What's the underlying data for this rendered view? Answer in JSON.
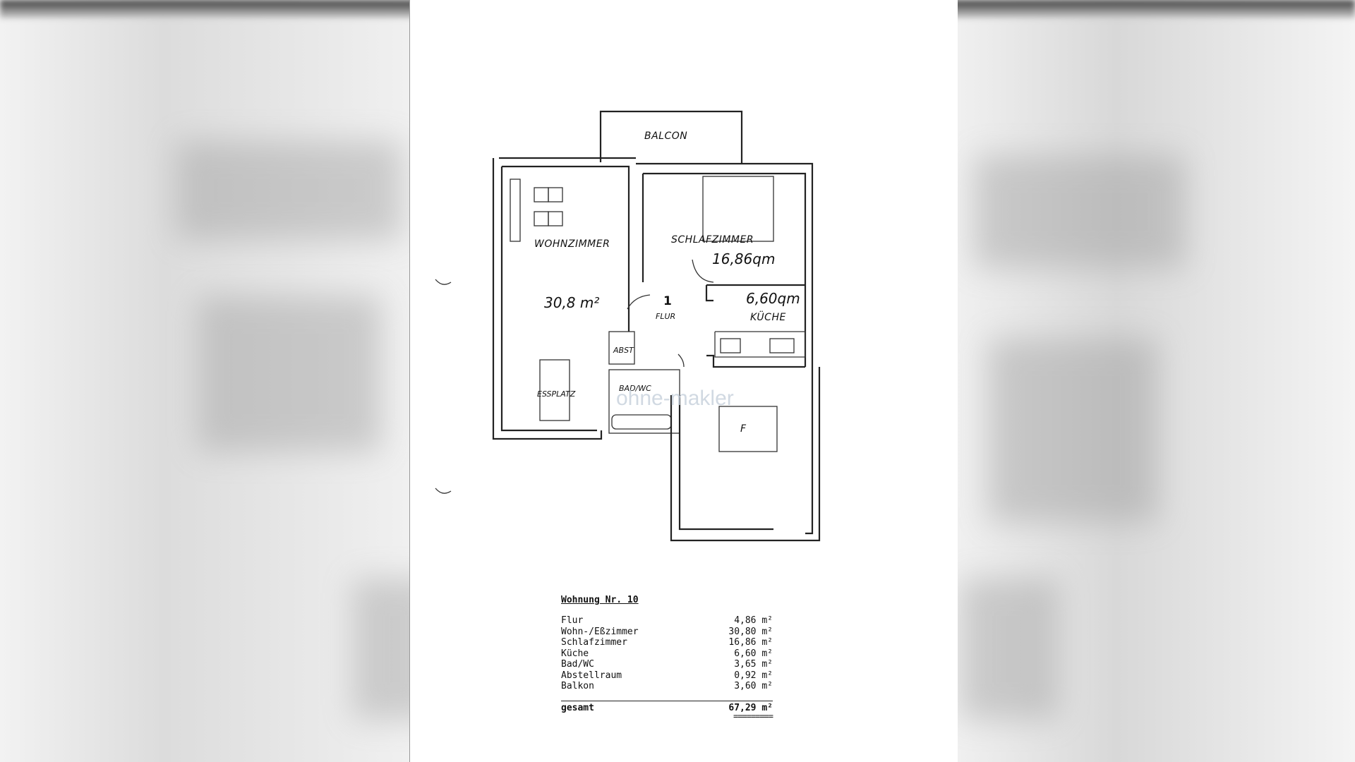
{
  "plan": {
    "labels": {
      "balcony": "BALCON",
      "living": "WOHNZIMMER",
      "living_area": "30,8 m²",
      "bedroom": "SCHLAFZIMMER",
      "bedroom_area": "16,86qm",
      "hall_number": "1",
      "hall": "FLUR",
      "kitchen": "KÜCHE",
      "kitchen_area": "6,60qm",
      "storage": "ABST",
      "bath": "BAD/WC",
      "dining": "ESSPLATZ",
      "f": "F"
    },
    "watermark": "ohne-makler"
  },
  "table": {
    "title": "Wohnung Nr. 10",
    "rows": [
      {
        "label": "Flur",
        "value": "4,86 m²"
      },
      {
        "label": "Wohn-/Eßzimmer",
        "value": "30,80 m²"
      },
      {
        "label": "Schlafzimmer",
        "value": "16,86 m²"
      },
      {
        "label": "Küche",
        "value": "6,60 m²"
      },
      {
        "label": "Bad/WC",
        "value": "3,65 m²"
      },
      {
        "label": "Abstellraum",
        "value": "0,92 m²"
      },
      {
        "label": "Balkon",
        "value": "3,60 m²"
      }
    ],
    "total_label": "gesamt",
    "total_value": "67,29 m²",
    "double_rule": "========="
  }
}
